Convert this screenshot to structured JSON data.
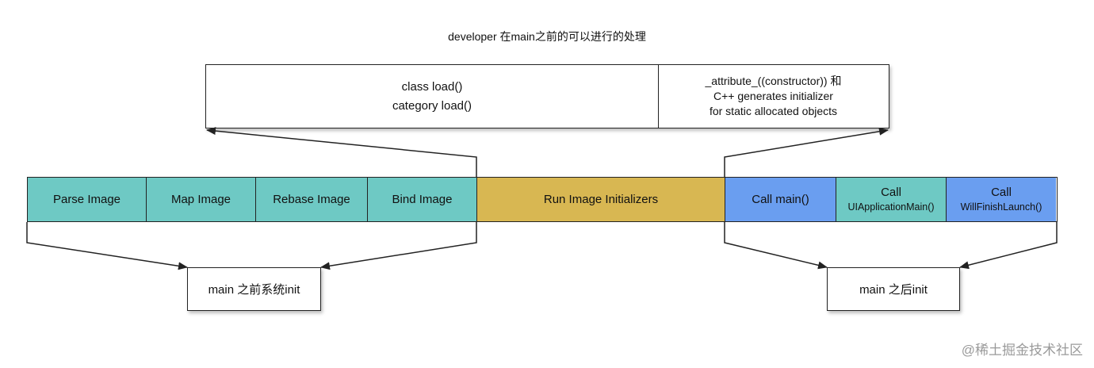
{
  "title": "developer 在main之前的可以进行的处理",
  "top": {
    "left_lines": [
      "class load()",
      "category load()"
    ],
    "right_lines": [
      "_attribute_((constructor)) 和",
      "C++ generates initializer",
      "for static allocated objects"
    ]
  },
  "stages": [
    {
      "lines": [
        "Parse Image"
      ],
      "color": "#6ec9c4"
    },
    {
      "lines": [
        "Map Image"
      ],
      "color": "#6ec9c4"
    },
    {
      "lines": [
        "Rebase Image"
      ],
      "color": "#6ec9c4"
    },
    {
      "lines": [
        "Bind Image"
      ],
      "color": "#6ec9c4"
    },
    {
      "lines": [
        "Run Image Initializers"
      ],
      "color": "#d8b752"
    },
    {
      "lines": [
        "Call main()"
      ],
      "color": "#6a9ef0"
    },
    {
      "lines": [
        "Call",
        "UIApplicationMain()"
      ],
      "color": "#6ec9c4"
    },
    {
      "lines": [
        "Call",
        "WillFinishLaunch()"
      ],
      "color": "#6a9ef0"
    }
  ],
  "bottom": {
    "left_label": "main 之前系统init",
    "right_label": "main 之后init"
  },
  "watermark": "@稀土掘金技术社区"
}
